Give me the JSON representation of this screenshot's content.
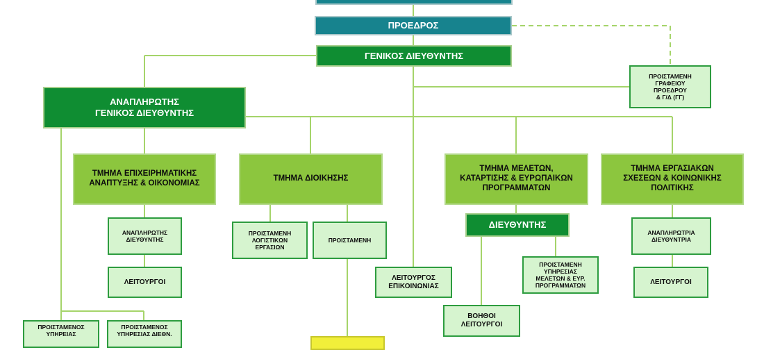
{
  "colors": {
    "line": "#a5d46a",
    "teal": "#17838e",
    "dark_green": "#0f8d32",
    "mid_green": "#8cc63e",
    "pale_green": "#d6f4cf",
    "yellow": "#f1ef3a"
  },
  "boxes": {
    "president": "ΠΡΟΕΔΡΟΣ",
    "general_director": "ΓΕΝΙΚΟΣ ΔΙΕΥΘΥΝΤΗΣ",
    "president_office": "ΠΡΟΙΣΤΑΜΕΝΗ\nΓΡΑΦΕΙΟΥ\nΠΡΟΕΔΡΟΥ\n& Γ/Δ (ΓΓ)",
    "deputy_general_director": "ΑΝΑΠΛΗΡΩΤΗΣ\nΓΕΝΙΚΟΣ ΔΙΕΥΘΥΝΤΗΣ",
    "dept_business": "ΤΜΗΜΑ ΕΠΙΧΕΙΡΗΜΑΤΙΚΗΣ\nΑΝΑΠΤΥΞΗΣ & ΟΙΚΟΝΟΜΙΑΣ",
    "dept_admin": "ΤΜΗΜΑ ΔΙΟΙΚΗΣΗΣ",
    "dept_studies": "ΤΜΗΜΑ ΜΕΛΕΤΩΝ,\nΚΑΤΑΡΤΙΣΗΣ & ΕΥΡΩΠΑΙΚΩΝ\nΠΡΟΓΡΑΜΜΑΤΩΝ",
    "dept_labour": "ΤΜΗΜΑ ΕΡΓΑΣΙΑΚΩΝ\nΣΧΕΣΕΩΝ & ΚΟΙΝΩΝΙΚΗΣ\nΠΟΛΙΤΙΚΗΣ",
    "deputy_director": "ΑΝΑΠΛΗΡΩΤΗΣ\nΔΙΕΥΘΥΝΤΗΣ",
    "officers_business": "ΛΕΙΤΟΥΡΓΟΙ",
    "head_accounting": "ΠΡΟΙΣΤΑΜΕΝΗ\nΛΟΓΙΣΤΙΚΩΝ\nΕΡΓΑΣΙΩΝ",
    "head_admin": "ΠΡΟΙΣΤΑΜΕΝΗ",
    "comms_officer": "ΛΕΙΤΟΥΡΓΟΣ\nΕΠΙΚΟΙΝΩΝΙΑΣ",
    "director_studies": "ΔΙΕΥΘΥΝΤΗΣ",
    "head_eu_programs": "ΠΡΟΙΣΤΑΜΕΝΗ\nΥΠΗΡΕΣΙΑΣ\nΜΕΛΕΤΩΝ & ΕΥΡ.\nΠΡΟΓΡΑΜΜΑΤΩΝ",
    "assistant_officers": "ΒΟΗΘΟΙ\nΛΕΙΤΟΥΡΓΟΙ",
    "deputy_director_f": "ΑΝΑΠΛΗΡΩΤΡΙΑ\nΔΙΕΥΘΥΝΤΡΙΑ",
    "officers_labour": "ΛΕΙΤΟΥΡΓΟΙ",
    "head_service": "ΠΡΟΙΣΤΑΜΕΝΟΣ\nΥΠΗΡΕΙΑΣ",
    "head_intl_service": "ΠΡΟΙΣΤΑΜΕΝΟΣ\nΥΠΗΡΕΣΙΑΣ ΔΙΕΘΝ."
  }
}
